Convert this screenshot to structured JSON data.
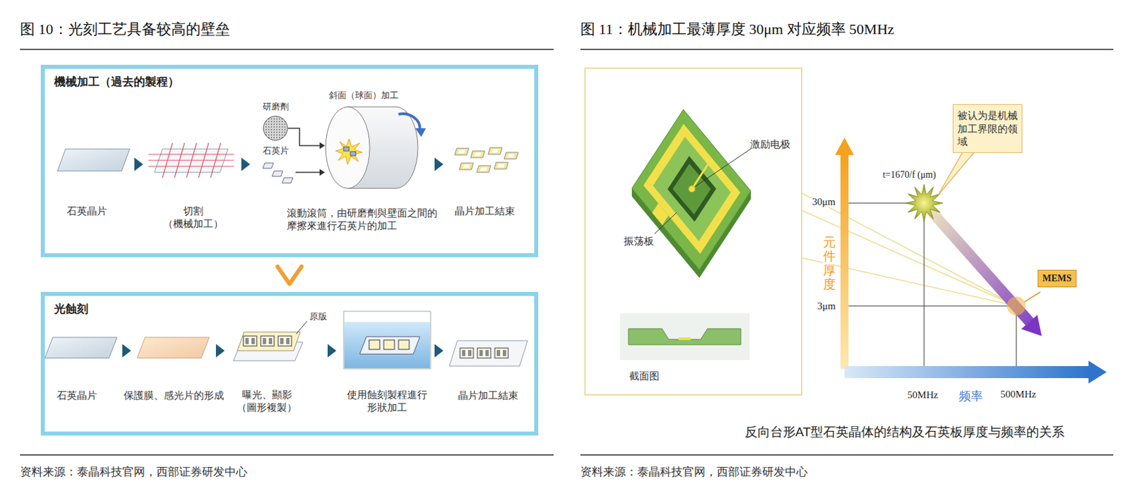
{
  "diagram": {
    "nodes": [
      {
        "text": [
          "機械加工（過去的製程）"
        ]
      },
      {
        "text": [
          "光蝕刻"
        ]
      },
      {
        "text": [
          "被认为是机械加工界限的领域"
        ]
      },
      {
        "text": [
          "MEMS"
        ]
      }
    ],
    "edges": [
      {
        "from": 0,
        "to": 1,
        "arrow": "to"
      }
    ],
    "labels": [
      "图 10：光刻工艺具备较高的壁垒",
      "图 11：机械加工最薄厚度 30μm 对应频率 50MHz",
      "石英晶片",
      "切割 （機械加工）",
      "研磨劑",
      "石英片",
      "斜面（球面）加工",
      "滾動滾筒，由研磨劑與壁面之間的 摩擦來進行石英片的加工",
      "晶片加工結束",
      "石英晶片",
      "保護膜、感光片的形成",
      "原版",
      "曝光、顯影 （圖形複製）",
      "使用蝕刻製程進行 形狀加工",
      "晶片加工結束",
      "资料来源：泰晶科技官网，西部证券研发中心",
      "激励电极",
      "振荡板",
      "截面图",
      "t=1670/f (μm)",
      "30μm",
      "3μm",
      "元件厚度",
      "50MHz",
      "频率",
      "500MHz",
      "反向台形AT型石英晶体的结构及石英板厚度与频率的关系",
      "资料来源：泰晶科技官网，西部证券研发中心"
    ]
  }
}
